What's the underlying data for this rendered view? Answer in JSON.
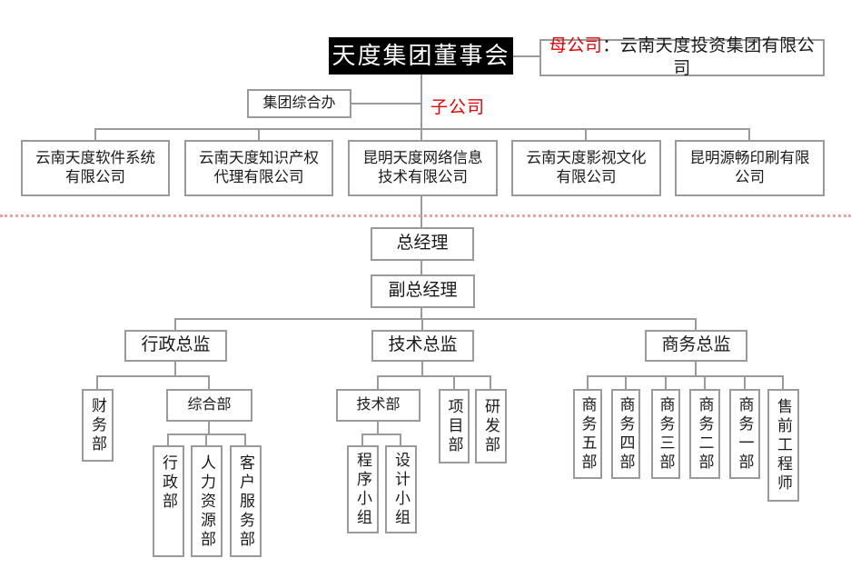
{
  "colors": {
    "accent_red": "#e80000",
    "connector_gray": "#9a9a9a",
    "divider_pink": "#f5a0a0"
  },
  "org": {
    "board": "天度集团董事会",
    "parent_company": {
      "label": "母公司",
      "separator": "：",
      "name": "云南天度投资集团有限公司"
    },
    "group_office": "集团综合办",
    "subsidiary_label": "子公司",
    "companies": [
      {
        "line1": "云南天度软件系统",
        "line2": "有限公司"
      },
      {
        "line1": "云南天度知识产权",
        "line2": "代理有限公司"
      },
      {
        "line1": "昆明天度网络信息",
        "line2": "技术有限公司"
      },
      {
        "line1": "云南天度影视文化",
        "line2": "有限公司"
      },
      {
        "line1": "昆明源畅印刷有限",
        "line2": "公司"
      }
    ],
    "general_manager": "总经理",
    "deputy_general_manager": "副总经理",
    "directors": {
      "admin": "行政总监",
      "tech": "技术总监",
      "business": "商务总监"
    },
    "admin_branch": {
      "finance": "财务部",
      "general_affairs": "综合部",
      "admin_dept": "行政部",
      "hr": "人力资源部",
      "customer_service": "客户服务部"
    },
    "tech_branch": {
      "tech_dept": "技术部",
      "project": "项目部",
      "rnd": "研发部",
      "programming": "程序小组",
      "design": "设计小组"
    },
    "business_branch": {
      "b5": "商务五部",
      "b4": "商务四部",
      "b3": "商务三部",
      "b2": "商务二部",
      "b1": "商务一部",
      "presales": "售前工程师"
    }
  }
}
